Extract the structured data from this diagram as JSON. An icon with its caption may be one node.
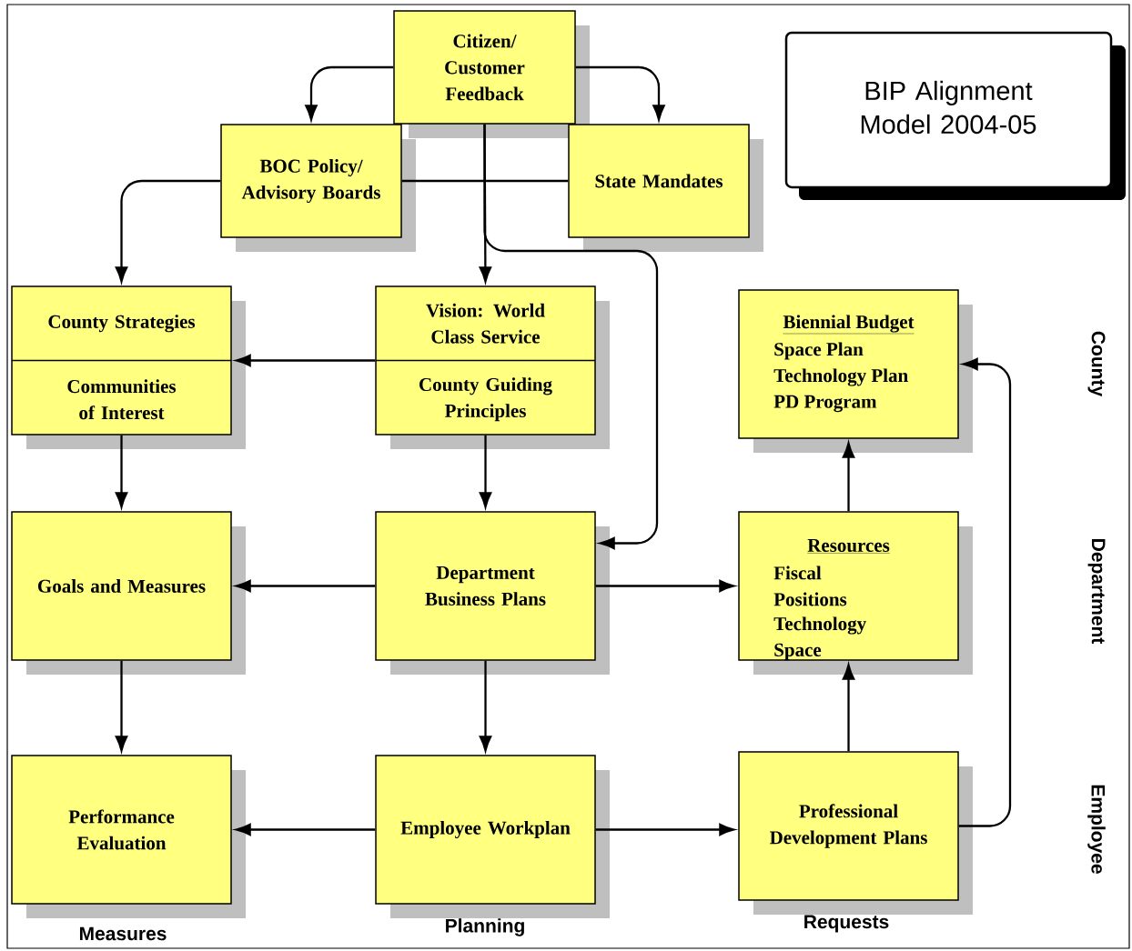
{
  "diagram": {
    "title": "BIP Alignment Model 2004-05",
    "nodes": [
      {
        "text": [
          "Citizen/ Customer Feedback"
        ]
      },
      {
        "text": [
          "BOC Policy/ Advisory Boards"
        ]
      },
      {
        "text": [
          "State Mandates"
        ]
      },
      {
        "text": [
          "County Strategies",
          "Communities of Interest"
        ]
      },
      {
        "text": [
          "Vision: World Class Service",
          "County Guiding Principles"
        ]
      },
      {
        "text": [
          "Biennial Budget",
          "Space Plan",
          "Technology Plan",
          "PD Program"
        ]
      },
      {
        "text": [
          "Goals and Measures"
        ]
      },
      {
        "text": [
          "Department Business Plans"
        ]
      },
      {
        "text": [
          "Resources",
          "Fiscal",
          "Positions",
          "Technology",
          "Space"
        ]
      },
      {
        "text": [
          "Performance Evaluation"
        ]
      },
      {
        "text": [
          "Employee Workplan"
        ]
      },
      {
        "text": [
          "Professional Development Plans"
        ]
      }
    ],
    "edges": [
      {
        "from": 0,
        "to": 1,
        "arrow": "to"
      },
      {
        "from": 0,
        "to": 2,
        "arrow": "to"
      },
      {
        "from": 1,
        "to": 2,
        "arrow": "none"
      },
      {
        "from": 1,
        "to": 3,
        "arrow": "to"
      },
      {
        "from": 0,
        "to": 4,
        "arrow": "to"
      },
      {
        "from": 0,
        "to": 7,
        "arrow": "to"
      },
      {
        "from": 4,
        "to": 3,
        "arrow": "to"
      },
      {
        "from": 3,
        "to": 6,
        "arrow": "to"
      },
      {
        "from": 4,
        "to": 7,
        "arrow": "to"
      },
      {
        "from": 8,
        "to": 5,
        "arrow": "to"
      },
      {
        "from": 11,
        "to": 5,
        "arrow": "to"
      },
      {
        "from": 7,
        "to": 6,
        "arrow": "to"
      },
      {
        "from": 7,
        "to": 8,
        "arrow": "to"
      },
      {
        "from": 6,
        "to": 9,
        "arrow": "to"
      },
      {
        "from": 7,
        "to": 10,
        "arrow": "to"
      },
      {
        "from": 11,
        "to": 8,
        "arrow": "to"
      },
      {
        "from": 10,
        "to": 9,
        "arrow": "to"
      },
      {
        "from": 10,
        "to": 11,
        "arrow": "to"
      }
    ],
    "labels": [
      "County",
      "Department",
      "Employee",
      "Measures",
      "Planning",
      "Requests"
    ]
  }
}
